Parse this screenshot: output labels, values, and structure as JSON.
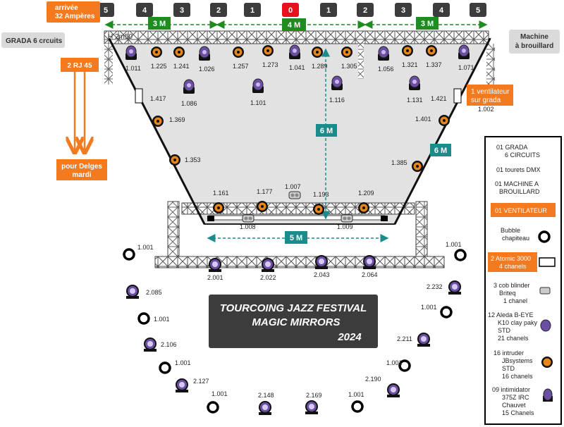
{
  "info_boxes": {
    "arrival": [
      "arrivée",
      "32 Ampères"
    ],
    "grada": "GRADA 6 crcuits",
    "rj45": "2 RJ 45",
    "delges": [
      "pour Delges",
      "mardi"
    ],
    "fog": [
      "Machine",
      "à brouillard"
    ],
    "fan": [
      "1 ventilateur",
      "sur grada"
    ]
  },
  "circuit_numbers": [
    "5",
    "4",
    "3",
    "2",
    "1",
    "0",
    "1",
    "2",
    "3",
    "4",
    "5"
  ],
  "dimensions": {
    "left": "3 M",
    "center": "4 M",
    "right": "3 M",
    "depth": "6 M",
    "side": "6 M",
    "bottom": "5 M",
    "height": "H 2m50"
  },
  "fixtures": {
    "top_row": [
      "1.011",
      "1.225",
      "1.241",
      "1.026",
      "1.257",
      "1.273",
      "1.041",
      "1.289",
      "1.305",
      "1.056",
      "1.321",
      "1.337",
      "1.071"
    ],
    "second_row": [
      "1.086",
      "1.101",
      "1.116",
      "1.131"
    ],
    "left_side": [
      "1.417",
      "1.369",
      "1.353"
    ],
    "right_side": [
      "1.421",
      "1.002",
      "1.401",
      "1.385"
    ],
    "back_truss": [
      "1.161",
      "1.177",
      "1.007",
      "1.193",
      "1.209"
    ],
    "blinders": [
      "1.008",
      "1.009"
    ],
    "front_truss": [
      "2.001",
      "2.022",
      "2.043",
      "2.064"
    ],
    "audience_intruders": [
      "2.085",
      "2.106",
      "2.127",
      "2.148",
      "2.169",
      "2.190",
      "2.211",
      "2.232"
    ],
    "bubble_label": "1.001"
  },
  "title": {
    "line1": "TOURCOING JAZZ FESTIVAL",
    "line2": "MAGIC MIRRORS",
    "line3": "2024"
  },
  "legend": {
    "grada": [
      "01 GRADA",
      "6 CIRCUITS"
    ],
    "tourets": "01 tourets DMX",
    "fog": [
      "01 MACHINE A",
      "BROUILLARD"
    ],
    "fan": "01 VENTILATEUR",
    "bubble": [
      "Bubble",
      "chapiteau"
    ],
    "atomic": [
      "2 Atomic 3000",
      "4 chanels"
    ],
    "blinder": [
      "3 cob blinder",
      "Briteq",
      "1 chanel"
    ],
    "aleda": [
      "12  Aleda B-EYE",
      "K10  clay paky",
      "STD",
      "21 chanels"
    ],
    "intruder": [
      "16 intruder",
      "JBsystems",
      "STD",
      "16 chanels"
    ],
    "intimidator": [
      "09  intimidator",
      "375Z IRC",
      "Chauvet",
      "15 Chanels"
    ]
  },
  "colors": {
    "orange": "#F47A1F",
    "green": "#1E8C1E",
    "teal": "#1A8C8C",
    "red": "#E8101C",
    "gray_box": "#DADADA",
    "dark_box": "#3C3C3C",
    "stage_fill": "#E2E2E2",
    "purple": "#6A4FA3",
    "spot_orange": "#E8861A"
  }
}
